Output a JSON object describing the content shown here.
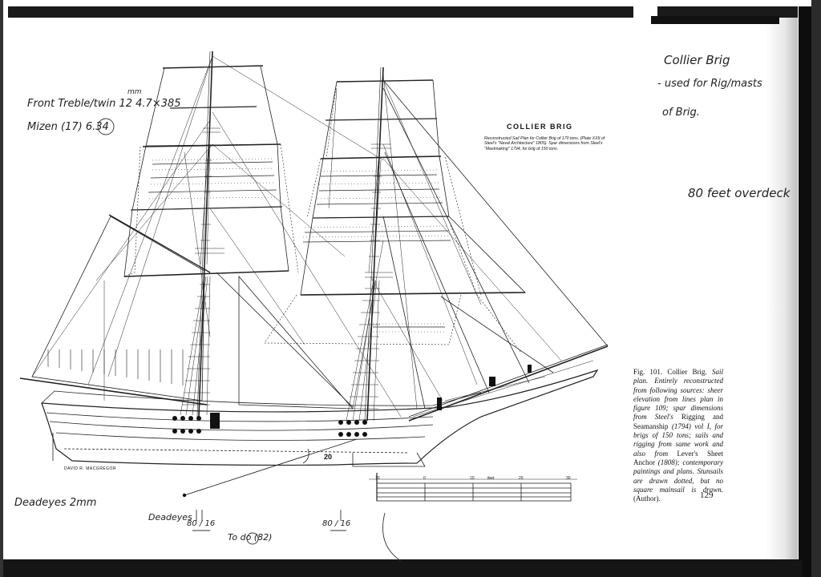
{
  "plan": {
    "title": "COLLIER BRIG",
    "note": "Reconstructed Sail Plan for Collier Brig of 170 tons. (Plate XXII of Steel's \"Naval Architecture\" 1805). Spar dimensions from Steel's \"Mastmaking\" 1794, for brig of 150 tons.",
    "credit": "DAVID R. MACGREGOR",
    "angle_label": "20",
    "scale_labels": [
      "10",
      "0",
      "10",
      "feet",
      "20",
      "30"
    ]
  },
  "caption": {
    "fig": "Fig. 101. Collier Brig.",
    "text": "Sail plan. Entirely reconstructed from following sources: sheer elevation from lines plan in figure 109; spar dimensions from Steel's",
    "book1": "Rigging and Seamanship",
    "text2": "(1794) vol I, for brigs of 150 tons; sails and rigging from same work and also from",
    "book2": "Lever's Sheet Anchor",
    "text3": "(1808); contemporary paintings and plans. Stunsails are drawn dotted, but no square mainsail is drawn.",
    "author": "(Author)."
  },
  "page_number": "129",
  "handwriting": {
    "top_right_1": "Collier Brig",
    "top_right_2": "- used for Rig/masts",
    "top_right_3": "of Brig.",
    "overall": "80 feet overdeck",
    "left_1": "Front Treble/twin 12   4.7×385",
    "left_2": "Mizen  (17)  6.34",
    "mm": "mm",
    "deadeyes_left": "Deadeyes 2mm",
    "deadeyes_mid": "Deadeyes",
    "frac1": "80 / 16",
    "to_do": "To do (82)",
    "frac2": "80 / 16"
  }
}
